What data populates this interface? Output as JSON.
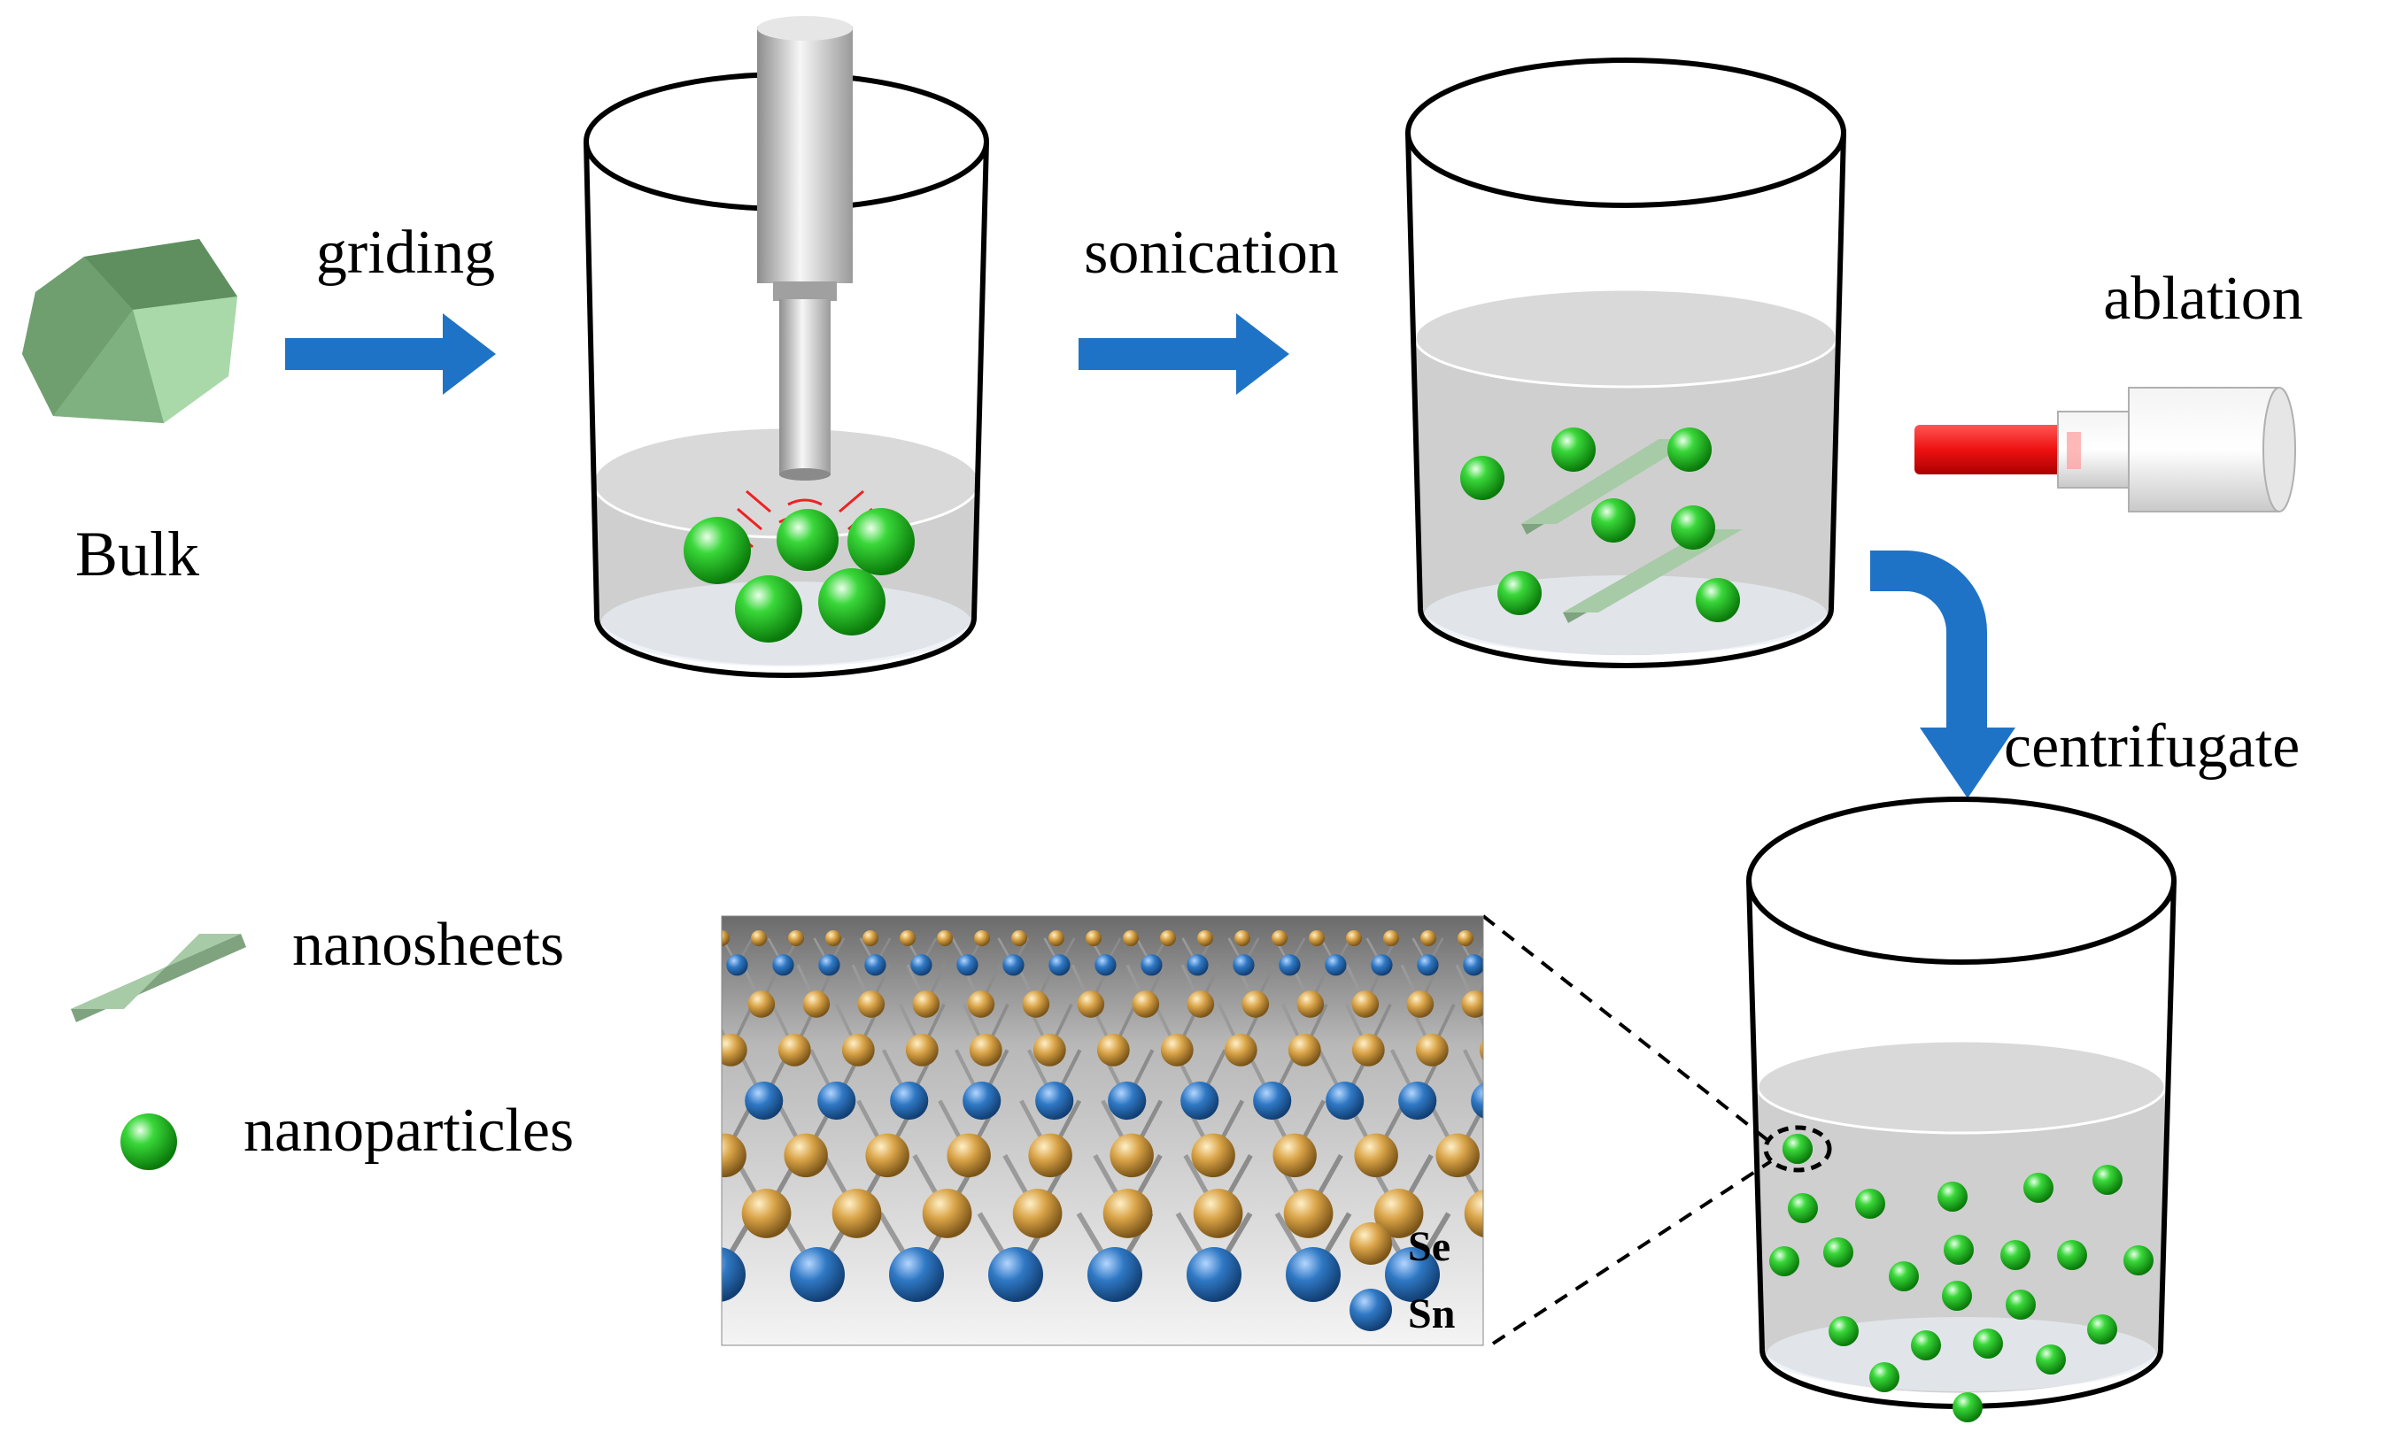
{
  "labels": {
    "bulk": "Bulk",
    "griding": "griding",
    "sonication": "sonication",
    "ablation": "ablation",
    "centrifugate": "centrifugate"
  },
  "legend": {
    "nanosheets": "nanosheets",
    "nanoparticles": "nanoparticles"
  },
  "inset": {
    "se_label": "Se",
    "sn_label": "Sn"
  },
  "colors": {
    "arrow": "#1f73c6",
    "particle": "#1fb21f",
    "sheet": "#a7cba7",
    "liquid": "#cfcfcf",
    "laser": "#ee1111",
    "se_atom": "#d49a3a",
    "sn_atom": "#2a6db3"
  }
}
